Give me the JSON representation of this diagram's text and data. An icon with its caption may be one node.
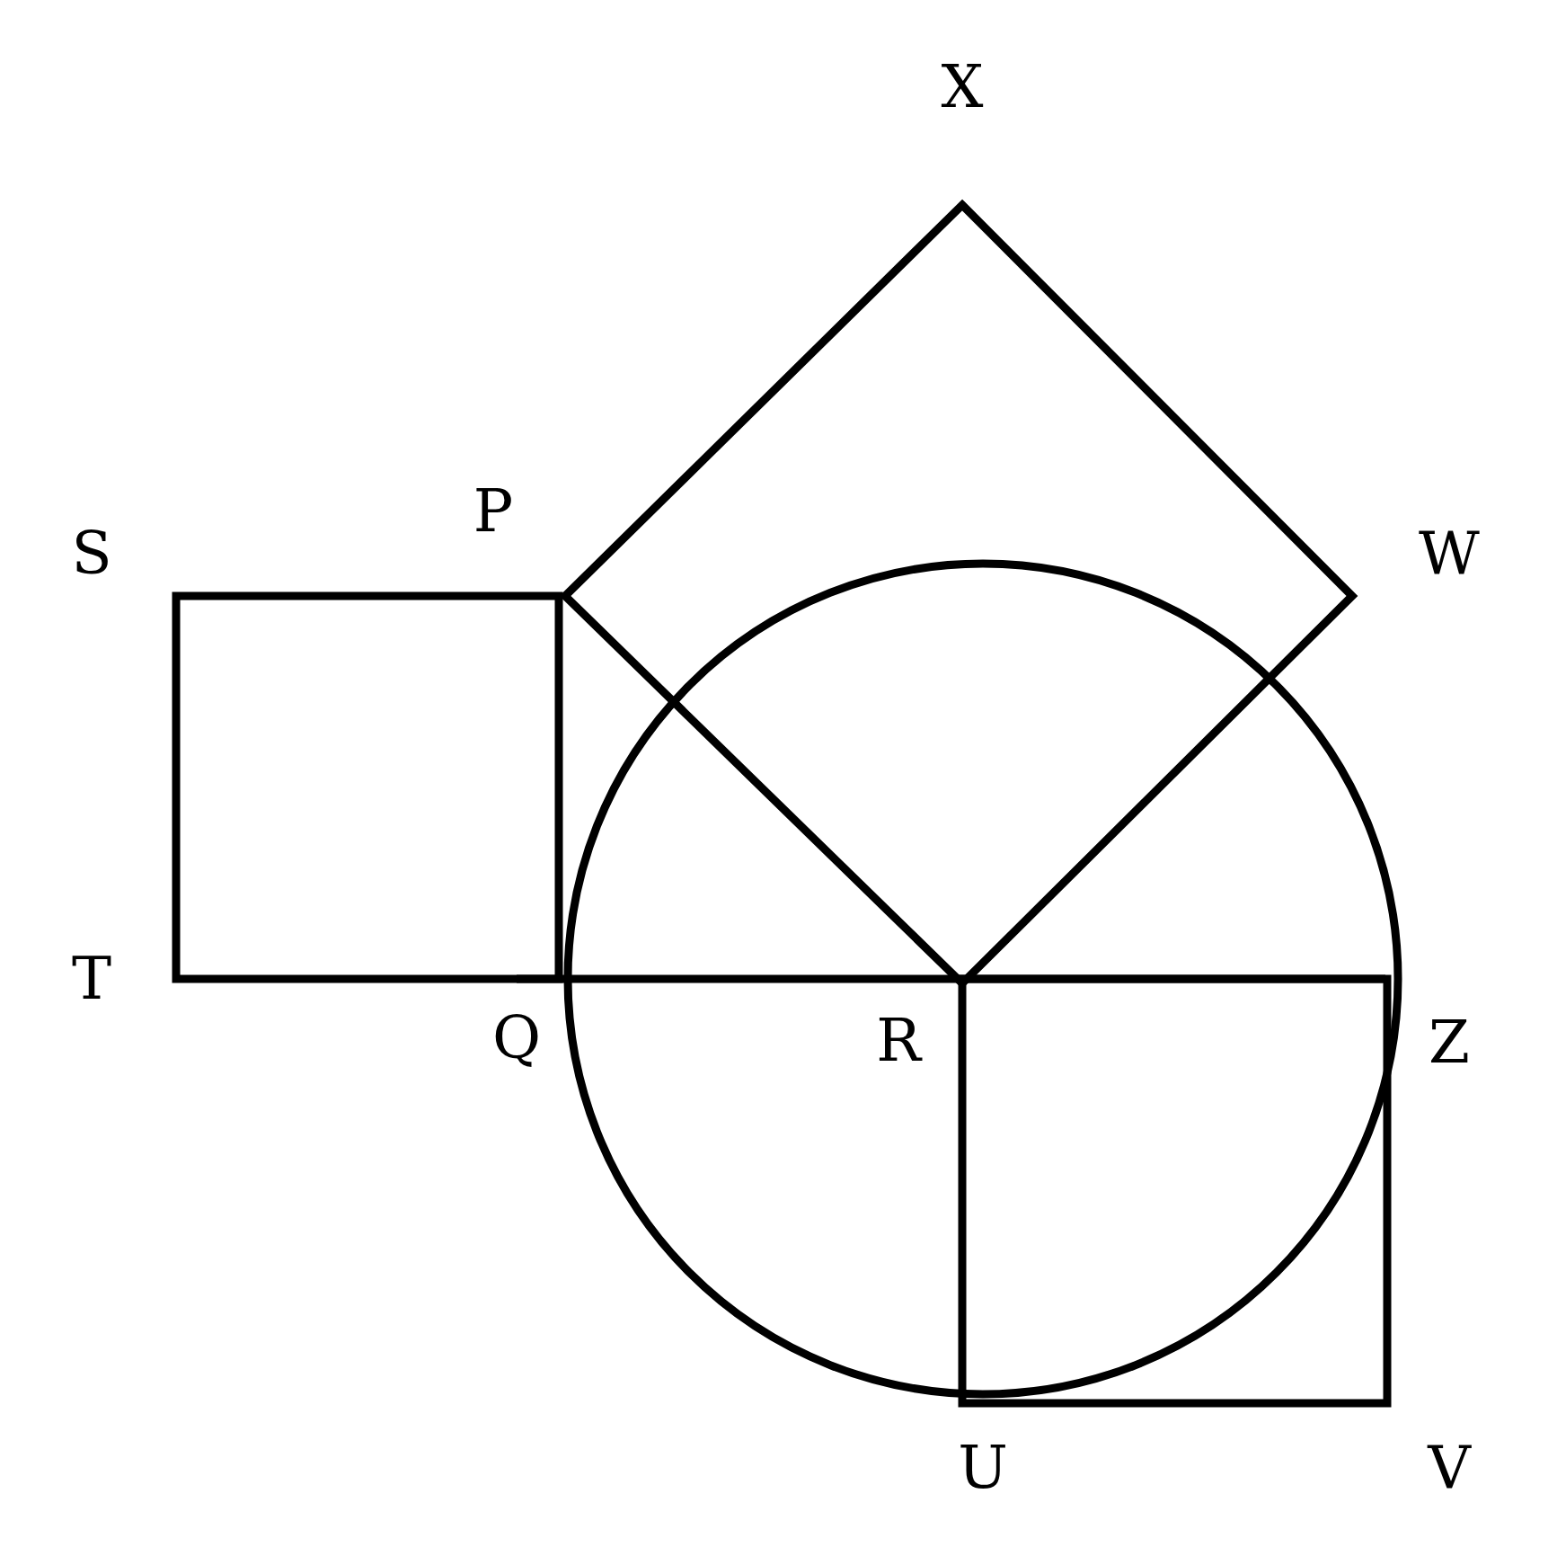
{
  "diagram": {
    "labels": [
      "X",
      "P",
      "S",
      "W",
      "T",
      "Q",
      "R",
      "Z",
      "U",
      "V"
    ]
  }
}
